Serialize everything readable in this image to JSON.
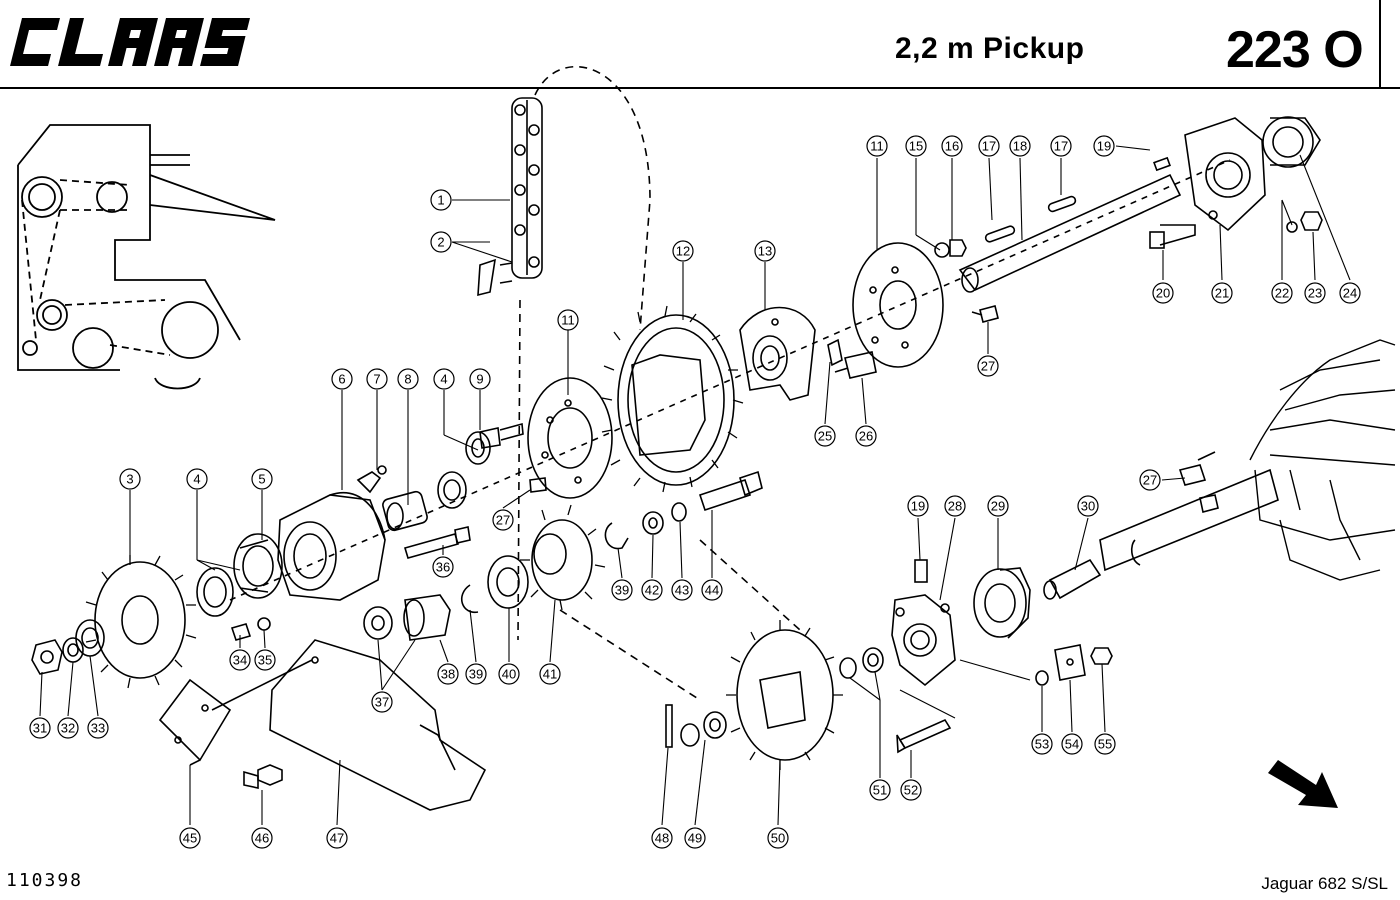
{
  "header": {
    "brand": "CLAAS",
    "title": "2,2 m Pickup",
    "page_code": "223 O"
  },
  "footer": {
    "doc_number": "110398",
    "model": "Jaguar 682 S/SL"
  },
  "callouts": [
    "1",
    "2",
    "3",
    "4",
    "5",
    "6",
    "7",
    "8",
    "4",
    "9",
    "11",
    "12",
    "13",
    "11",
    "15",
    "16",
    "17",
    "18",
    "17",
    "19",
    "20",
    "21",
    "22",
    "23",
    "24",
    "25",
    "26",
    "27",
    "27",
    "27",
    "19",
    "28",
    "29",
    "30",
    "31",
    "32",
    "33",
    "34",
    "35",
    "36",
    "37",
    "38",
    "39",
    "39",
    "40",
    "41",
    "42",
    "43",
    "44",
    "45",
    "46",
    "47",
    "48",
    "49",
    "50",
    "51",
    "52",
    "53",
    "54",
    "55"
  ]
}
